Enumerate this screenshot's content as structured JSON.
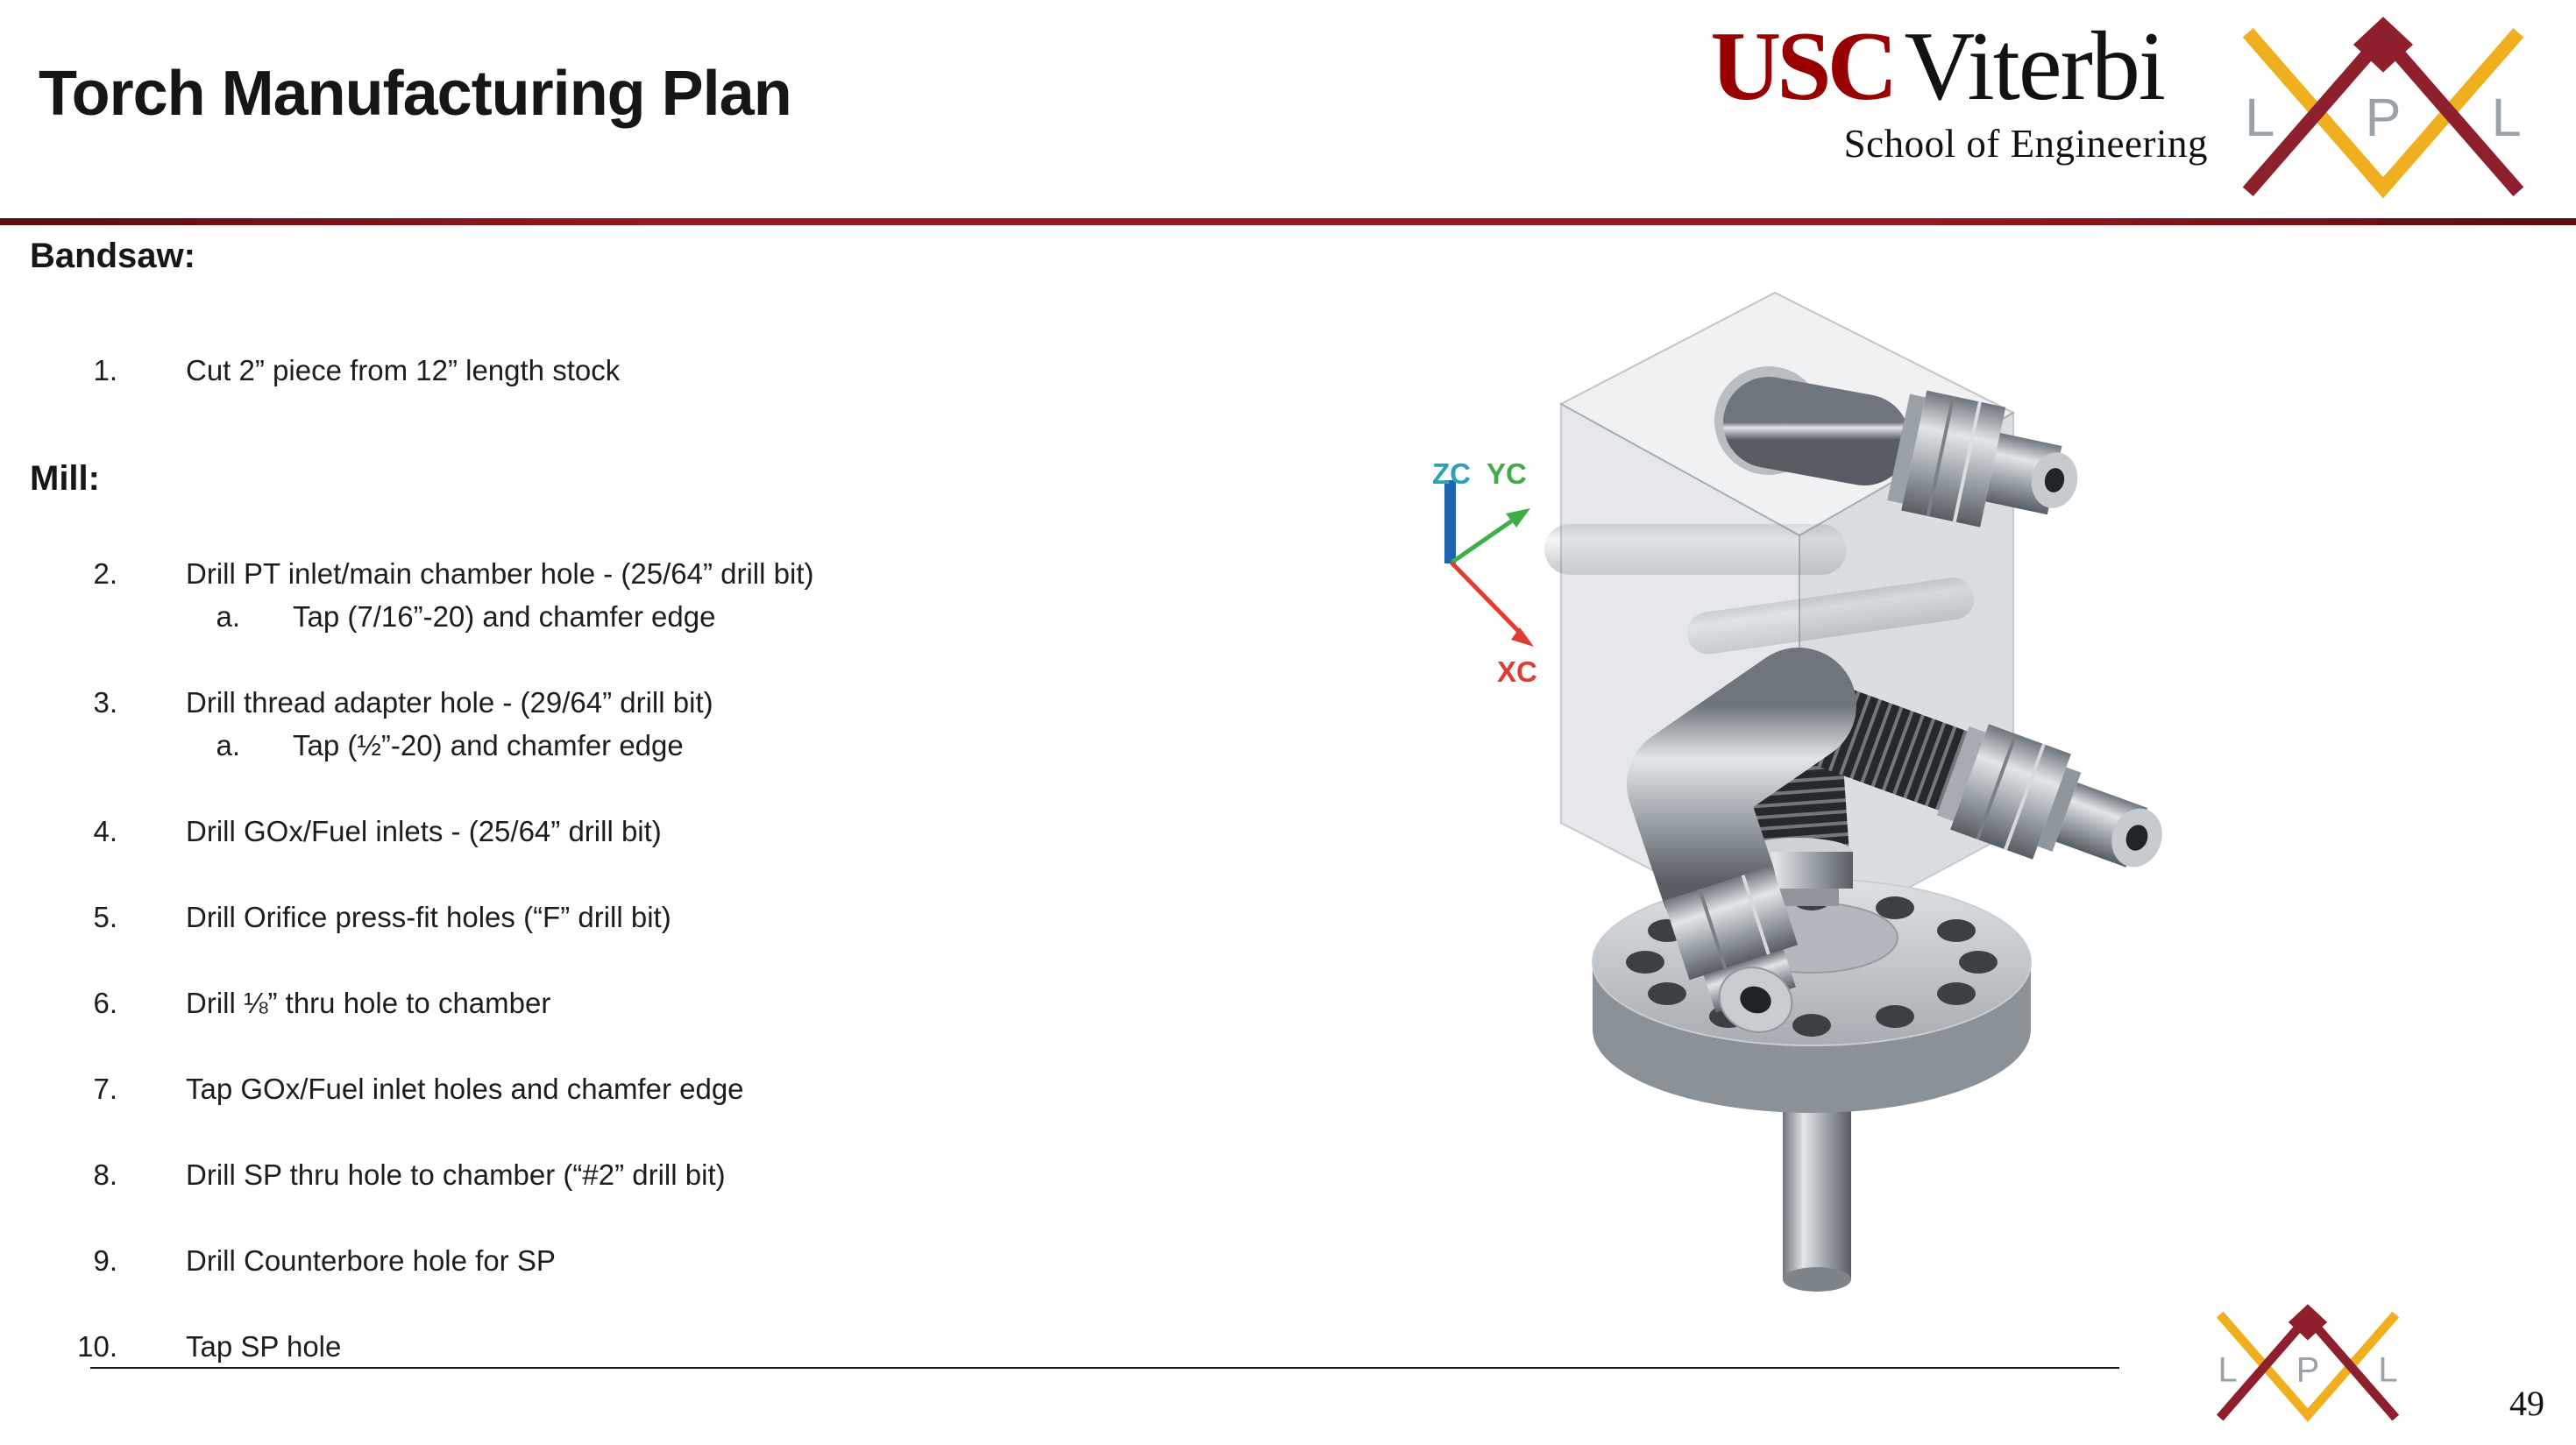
{
  "slide": {
    "title": "Torch Manufacturing Plan",
    "page_number": "49"
  },
  "branding": {
    "usc_wordmark": "USC",
    "viterbi_wordmark": "Viterbi",
    "school_line": "School of Engineering",
    "lpl": {
      "l1": "L",
      "p": "P",
      "l2": "L"
    },
    "cardinal_color": "#990000",
    "lpl_red": "#8E1F2C",
    "lpl_gold": "#F0AF1E",
    "divider_color": "#941920"
  },
  "sections": [
    {
      "heading": "Bandsaw:",
      "items": [
        {
          "num": "1.",
          "text": "Cut 2” piece from 12” length stock"
        }
      ]
    },
    {
      "heading": "Mill:",
      "items": [
        {
          "num": "2.",
          "text": "Drill PT inlet/main chamber hole - (25/64” drill bit)",
          "sub": [
            {
              "num": "a.",
              "text": "Tap (7/16”-20) and chamfer edge"
            }
          ]
        },
        {
          "num": "3.",
          "text": "Drill thread adapter hole - (29/64” drill bit)",
          "sub": [
            {
              "num": "a.",
              "text": "Tap (½”-20) and chamfer edge"
            }
          ]
        },
        {
          "num": "4.",
          "text": "Drill GOx/Fuel inlets - (25/64” drill bit)"
        },
        {
          "num": "5.",
          "text": "Drill Orifice press-fit holes (“F” drill bit)"
        },
        {
          "num": "6.",
          "text": "Drill ⅛” thru hole to chamber"
        },
        {
          "num": "7.",
          "text": "Tap GOx/Fuel inlet holes and chamfer edge"
        },
        {
          "num": "8.",
          "text": "Drill SP thru hole to chamber (“#2” drill bit)"
        },
        {
          "num": "9.",
          "text": "Drill Counterbore hole for SP"
        },
        {
          "num": "10.",
          "text": "Tap SP hole"
        }
      ]
    }
  ],
  "cad": {
    "axis_z": "ZC",
    "axis_y": "YC",
    "axis_x": "XC"
  }
}
